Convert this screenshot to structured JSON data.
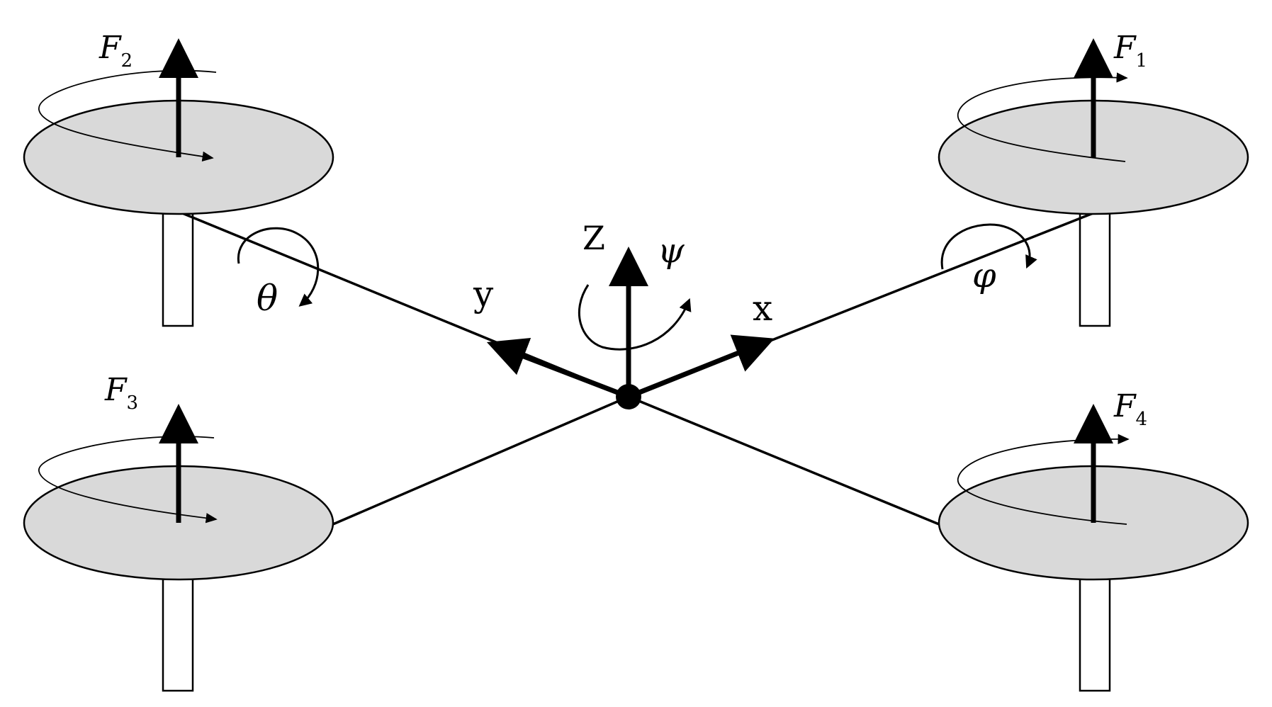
{
  "diagram": {
    "axes": {
      "z_label": "Z",
      "y_label": "y",
      "x_label": "x",
      "yaw_symbol": "ψ"
    },
    "rotations": {
      "pitch_symbol": "θ",
      "roll_symbol": "φ"
    },
    "rotors": [
      {
        "force": "F",
        "sub": "2"
      },
      {
        "force": "F",
        "sub": "1"
      },
      {
        "force": "F",
        "sub": "3"
      },
      {
        "force": "F",
        "sub": "4"
      }
    ],
    "colors": {
      "rotor_fill": "#d9d9d9",
      "stroke": "#000000",
      "background": "#ffffff"
    }
  }
}
